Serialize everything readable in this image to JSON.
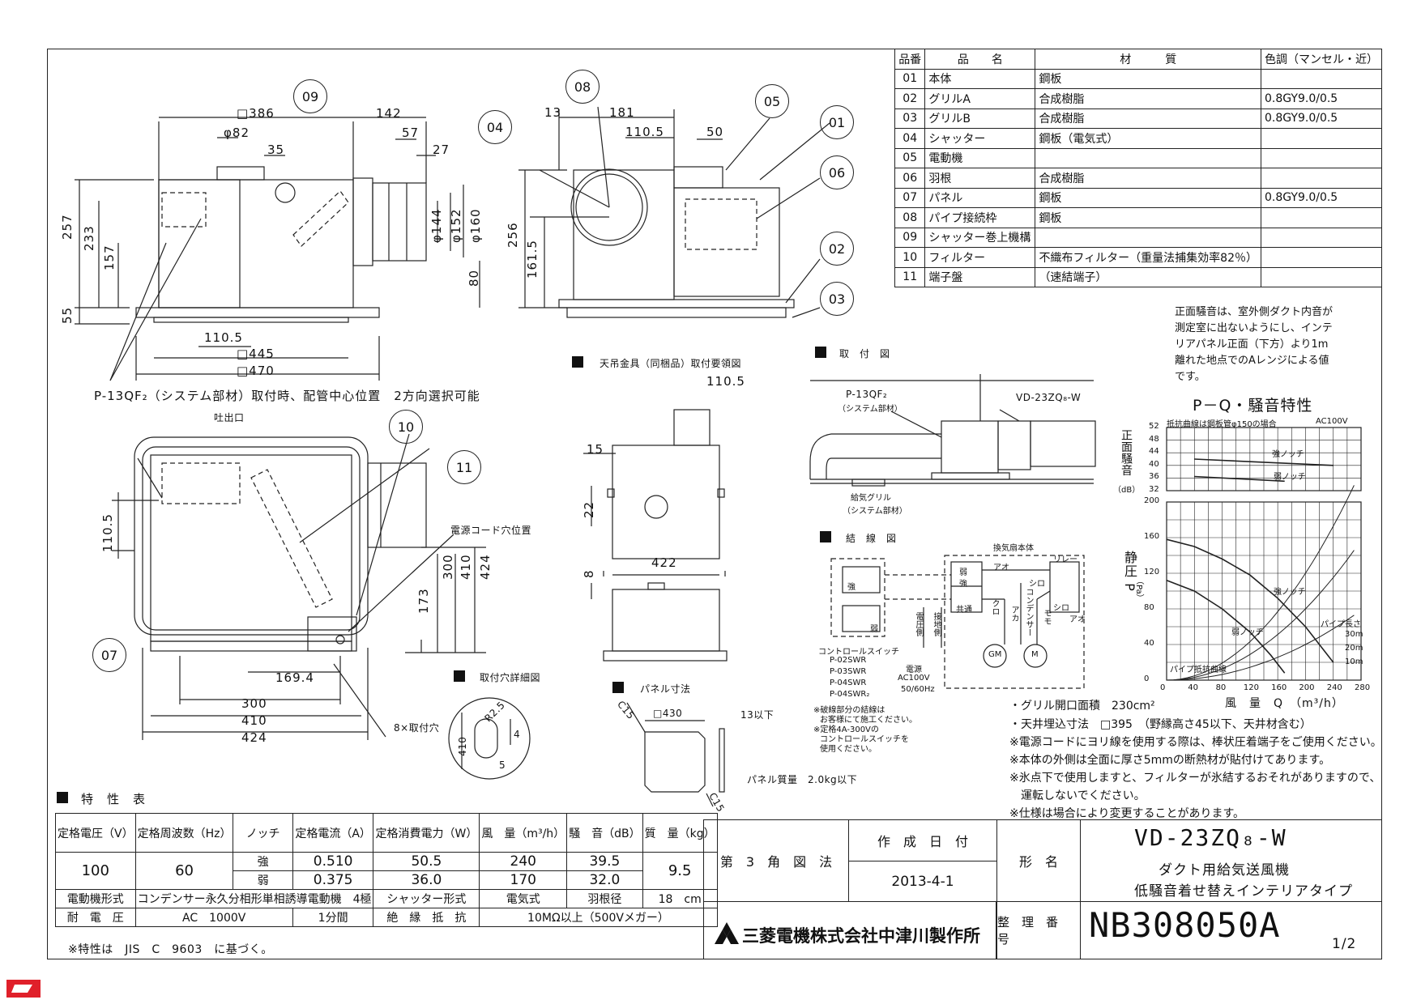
{
  "parts_table": {
    "headers": [
      "品番",
      "品　　名",
      "材　　　質",
      "色調（マンセル・近）"
    ],
    "rows": [
      [
        "01",
        "本体",
        "鋼板",
        ""
      ],
      [
        "02",
        "グリルA",
        "合成樹脂",
        "0.8GY9.0/0.5"
      ],
      [
        "03",
        "グリルB",
        "合成樹脂",
        "0.8GY9.0/0.5"
      ],
      [
        "04",
        "シャッター",
        "鋼板（電気式）",
        ""
      ],
      [
        "05",
        "電動機",
        "",
        ""
      ],
      [
        "06",
        "羽根",
        "合成樹脂",
        ""
      ],
      [
        "07",
        "パネル",
        "鋼板",
        "0.8GY9.0/0.5"
      ],
      [
        "08",
        "パイプ接続枠",
        "鋼板",
        ""
      ],
      [
        "09",
        "シャッター巻上機構",
        "",
        ""
      ],
      [
        "10",
        "フィルター",
        "不織布フィルター（重量法捕集効率82％）",
        ""
      ],
      [
        "11",
        "端子盤",
        "（速結端子）",
        ""
      ]
    ]
  },
  "front_view": {
    "dims": [
      "□386",
      "142",
      "φ82",
      "35",
      "57",
      "27",
      "257",
      "233",
      "157",
      "55",
      "80",
      "110.5",
      "□445",
      "□470",
      "φ144",
      "φ152",
      "φ160"
    ],
    "balloons": [
      "09"
    ],
    "note": "P-13QF₂（システム部材）取付時、配管中心位置　2方向選択可能"
  },
  "side_view": {
    "dims": [
      "13",
      "181",
      "110.5",
      "50",
      "256",
      "161.5"
    ],
    "balloons": [
      "08",
      "04",
      "05",
      "01",
      "06",
      "02",
      "03"
    ]
  },
  "bottom_view": {
    "labels": [
      "吐出口",
      "電源コード穴位置",
      "8×取付穴"
    ],
    "dims": [
      "110.5",
      "300",
      "410",
      "424",
      "173",
      "169.4",
      "300",
      "410",
      "424"
    ],
    "balloons": [
      "10",
      "11",
      "07"
    ]
  },
  "hanger_view": {
    "title": "天吊金具（同梱品）取付要領図",
    "dims": [
      "110.5",
      "15",
      "22",
      "422",
      "8"
    ]
  },
  "hole_detail": {
    "title": "取付穴詳細図",
    "dims": [
      "R2.5",
      "410",
      "4",
      "5"
    ]
  },
  "panel_view": {
    "title": "パネル寸法",
    "dims": [
      "C15",
      "□430",
      "13以下",
      "C15"
    ],
    "mass": "パネル質量　2.0kg以下"
  },
  "install_view": {
    "title": "取　付　図",
    "labels": [
      "P-13QF₂",
      "（システム部材）",
      "VD-23ZQ₈-W",
      "給気グリル",
      "（システム部材）"
    ]
  },
  "wiring": {
    "title": "結　線　図",
    "labels": [
      "換気扇本体",
      "リレー",
      "弱",
      "強",
      "共通",
      "アオ",
      "シロ",
      "シロ",
      "アオ",
      "クロ",
      "アカ",
      "コンデンサー",
      "モモ",
      "GM",
      "M",
      "強",
      "弱",
      "電圧側",
      "接地側",
      "電源",
      "AC100V",
      "50/60Hz"
    ],
    "switch_label": "コントロールスイッチ",
    "switch_models": [
      "P-02SWR",
      "P-03SWR",
      "P-04SWR",
      "P-04SWR₂"
    ],
    "notes": [
      "※破線部分の結線は",
      "お客様にて施工ください。",
      "※定格4A-300Vの",
      "コントロールスイッチを",
      "使用ください。"
    ]
  },
  "pq_chart": {
    "intro": [
      "正面騒音は、室外側ダクト内音が",
      "測定室に出ないようにし、インテ",
      "リアパネル正面（下方）より1m",
      "離れた地点でのAレンジによる値",
      "です。"
    ],
    "title": "P－Q・騒音特性",
    "sub_note": "抵抗曲線は鋼板管φ150の場合",
    "power": "AC100V",
    "noise_label": "正面騒音",
    "noise_unit": "（dB）",
    "noise_ticks": [
      "52",
      "48",
      "44",
      "40",
      "36",
      "32"
    ],
    "pressure_label": "静圧 P",
    "pressure_unit": "（Pa）",
    "pressure_ticks": [
      "200",
      "160",
      "120",
      "80",
      "40",
      "0"
    ],
    "x_ticks": [
      "0",
      "40",
      "80",
      "120",
      "160",
      "200",
      "240",
      "280"
    ],
    "x_label": "風　量　Q　（m³/h）",
    "curve_labels": [
      "強ノッチ",
      "弱ノッチ",
      "強ノッチ",
      "弱ノッチ",
      "パイプ長さ",
      "30m",
      "20m",
      "10m",
      "パイプ抵抗曲線"
    ]
  },
  "chart_data": {
    "type": "line",
    "title": "P－Q・騒音特性",
    "xlabel": "風量 Q (m³/h)",
    "ylabel": "静圧 P (Pa)",
    "xlim": [
      0,
      280
    ],
    "ylim": [
      0,
      200
    ],
    "series": [
      {
        "name": "強ノッチ",
        "x": [
          0,
          40,
          80,
          120,
          160,
          200,
          240
        ],
        "y": [
          158,
          150,
          136,
          118,
          92,
          60,
          20
        ]
      },
      {
        "name": "弱ノッチ",
        "x": [
          0,
          40,
          80,
          120,
          150,
          170
        ],
        "y": [
          112,
          100,
          80,
          54,
          28,
          8
        ]
      }
    ],
    "noise_series": [
      {
        "name": "強ノッチ",
        "x": [
          40,
          240
        ],
        "y": [
          42,
          40
        ]
      },
      {
        "name": "弱ノッチ",
        "x": [
          40,
          170
        ],
        "y": [
          36.5,
          35
        ]
      }
    ],
    "noise_ylim": [
      32,
      52
    ]
  },
  "notes": [
    "・グリル開口面積　230cm²",
    "・天井埋込寸法　□395　（野縁高さ45以下、天井材含む）",
    "※電源コードにヨリ線を使用する際は、棒状圧着端子をご使用ください。",
    "※本体の外側は全面に厚さ5mmの断熱材が貼付けてあります。",
    "※氷点下で使用しますと、フィルターが氷結するおそれがありますので、",
    "　運転しないでください。",
    "※仕様は場合により変更することがあります。"
  ],
  "spec": {
    "title": "特　性　表",
    "headers": [
      "定格電圧（V）",
      "定格周波数（Hz）",
      "ノッチ",
      "定格電流（A）",
      "定格消費電力（W）",
      "風　量（m³/h）",
      "騒　音（dB）",
      "質　量（kg）"
    ],
    "voltage": "100",
    "frequency": "60",
    "rows": [
      {
        "notch": "強",
        "current": "0.510",
        "power": "50.5",
        "flow": "240",
        "noise": "39.5"
      },
      {
        "notch": "弱",
        "current": "0.375",
        "power": "36.0",
        "flow": "170",
        "noise": "32.0"
      }
    ],
    "mass": "9.5",
    "motor_label": "電動機形式",
    "motor_value": "コンデンサー永久分相形単相誘導電動機　4極",
    "shutter_label": "シャッター形式",
    "shutter_value": "電気式",
    "blade_label": "羽根径",
    "blade_value": "18　cm",
    "withstand_label": "耐　電　圧",
    "withstand_value": "AC　1000V",
    "withstand_time": "1分間",
    "insulation_label": "絶　縁　抵　抗",
    "insulation_value": "10MΩ以上（500Vメガー）",
    "footnote": "※特性は　JIS　C　9603　に基づく。"
  },
  "title_block": {
    "projection": "第　3　角　図　法",
    "date_label": "作　成　日　付",
    "date": "2013-4-1",
    "model_label": "形　名",
    "model": "VD-23ZQ₈-W",
    "desc1": "ダクト用給気送風機",
    "desc2": "低騒音着せ替えインテリアタイプ",
    "company": "三菱電機株式会社中津川製作所",
    "number_label": "整　理　番　号",
    "number": "NB308050A",
    "sheet": "1/2"
  },
  "colors": {
    "line": "#222222",
    "logo": "#e0202a"
  }
}
